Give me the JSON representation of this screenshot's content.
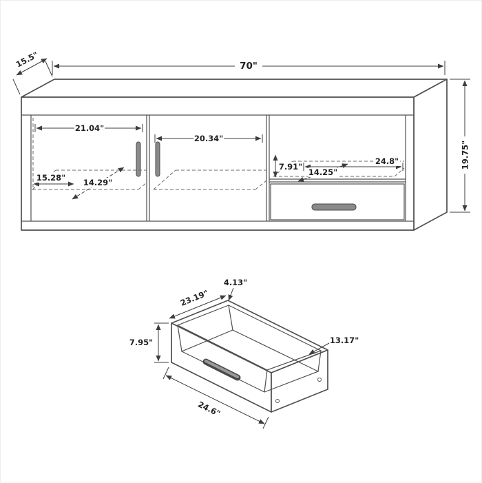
{
  "diagram": {
    "background": "#ffffff",
    "line_color": "#4f4f4f",
    "dimension_color": "#3d3d3d",
    "text_color": "#222222"
  },
  "tv_stand": {
    "overall_width": "70\"",
    "overall_depth": "15.5\"",
    "overall_height": "19.75\"",
    "left_opening_width": "21.04\"",
    "center_opening_width": "20.34\"",
    "left_interior_depth": "15.28\"",
    "left_interior_diagonal": "14.29\"",
    "right_opening_height": "7.91\"",
    "right_opening_width": "24.8\"",
    "right_interior_depth": "14.25\""
  },
  "drawer": {
    "top_edge": "4.13\"",
    "interior_width": "23.19\"",
    "front_height": "7.95\"",
    "side_depth": "13.17\"",
    "front_width": "24.6\""
  }
}
